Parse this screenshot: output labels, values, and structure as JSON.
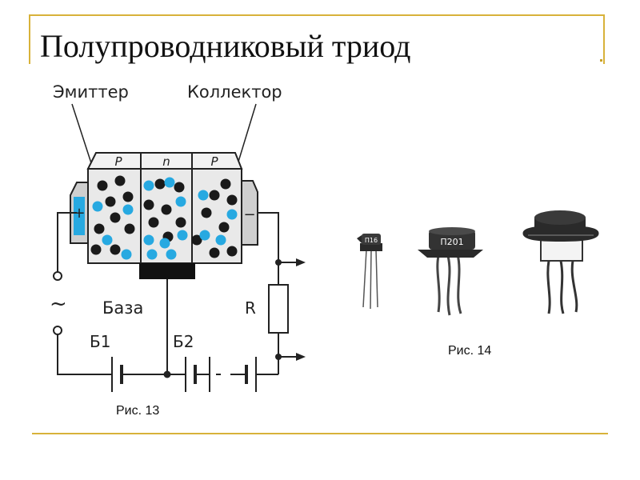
{
  "slide": {
    "title": "Полупроводниковый триод",
    "colors": {
      "accent": "#d8b23a",
      "carrier_blue": "#27a9e1",
      "carrier_dark": "#1a1a1a"
    }
  },
  "figure13": {
    "caption": "Рис. 13",
    "labels": {
      "emitter": "Эмиттер",
      "collector": "Коллектор",
      "base": "База",
      "region_left": "P",
      "region_middle": "n",
      "region_right": "P",
      "resistor": "R",
      "battery1": "Б1",
      "battery2": "Б2",
      "ac_source": "~",
      "plus": "+",
      "minus": "−"
    }
  },
  "figure14": {
    "caption": "Рис. 14",
    "labels": {
      "transistor_small": "П16",
      "transistor_medium": "П201"
    }
  }
}
